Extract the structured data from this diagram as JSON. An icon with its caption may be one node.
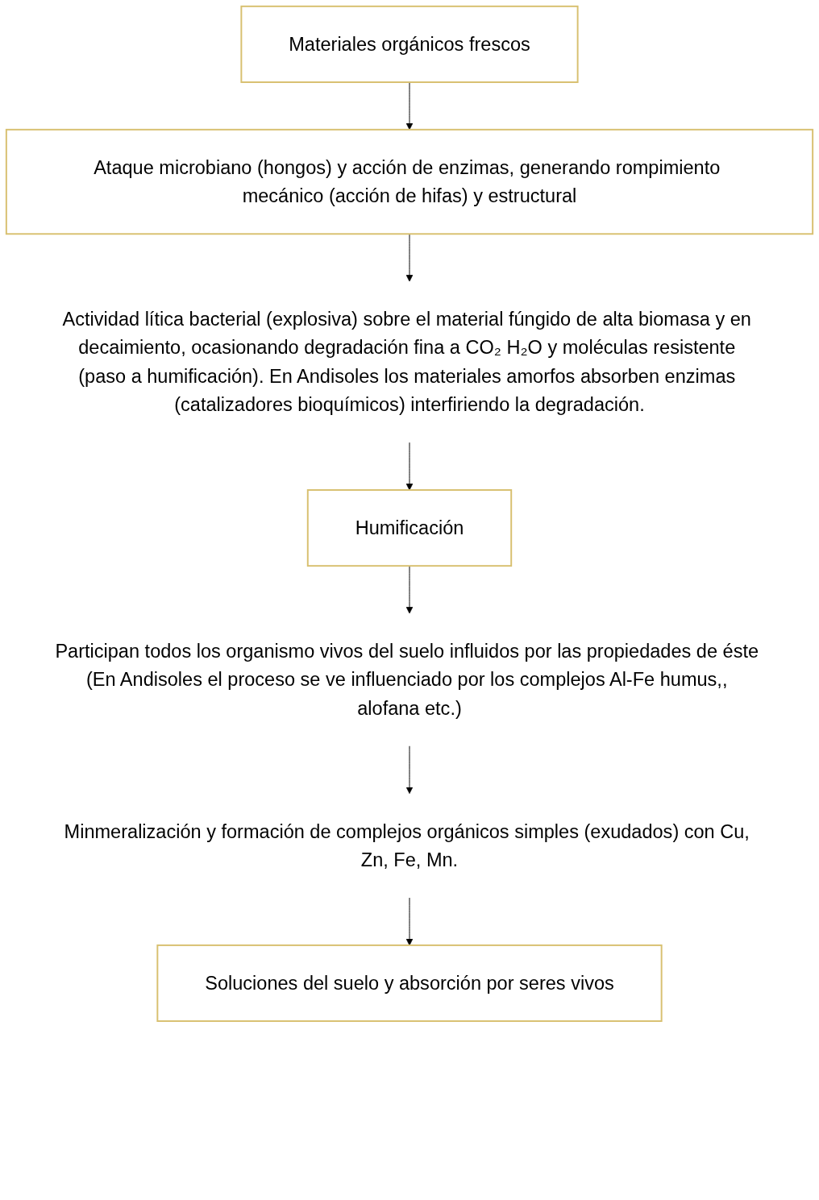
{
  "diagram": {
    "nodes": [
      {
        "text": [
          "Materiales orgánicos frescos"
        ]
      },
      {
        "text": [
          "Ataque microbiano (hongos) y acción de enzimas, generando rompimiento mecánico (acción de hifas) y estructural"
        ]
      },
      {
        "text": [
          "Actividad lítica bacterial (explosiva) sobre el material fúngido de alta biomasa y en decaimiento, ocasionando degradación fina a CO₂ H₂O y moléculas resistente (paso a humificación). En Andisoles los materiales amorfos absorben enzimas (catalizadores bioquímicos) interfiriendo la degradación."
        ]
      },
      {
        "text": [
          "Humificación"
        ]
      },
      {
        "text": [
          "Participan todos los organismo vivos del suelo influidos por las propiedades de éste (En Andisoles el proceso se ve influenciado por los complejos Al-Fe humus,, alofana etc.)"
        ]
      },
      {
        "text": [
          "Minmeralización y formación de complejos orgánicos simples (exudados) con Cu, Zn, Fe, Mn."
        ]
      },
      {
        "text": [
          "Soluciones del suelo y absorción por seres vivos"
        ]
      }
    ],
    "edges": [
      {
        "from": 0,
        "to": 1,
        "arrow": "to"
      },
      {
        "from": 1,
        "to": 2,
        "arrow": "to"
      },
      {
        "from": 2,
        "to": 3,
        "arrow": "to"
      },
      {
        "from": 3,
        "to": 4,
        "arrow": "to"
      },
      {
        "from": 4,
        "to": 5,
        "arrow": "to"
      },
      {
        "from": 5,
        "to": 6,
        "arrow": "to"
      }
    ]
  }
}
